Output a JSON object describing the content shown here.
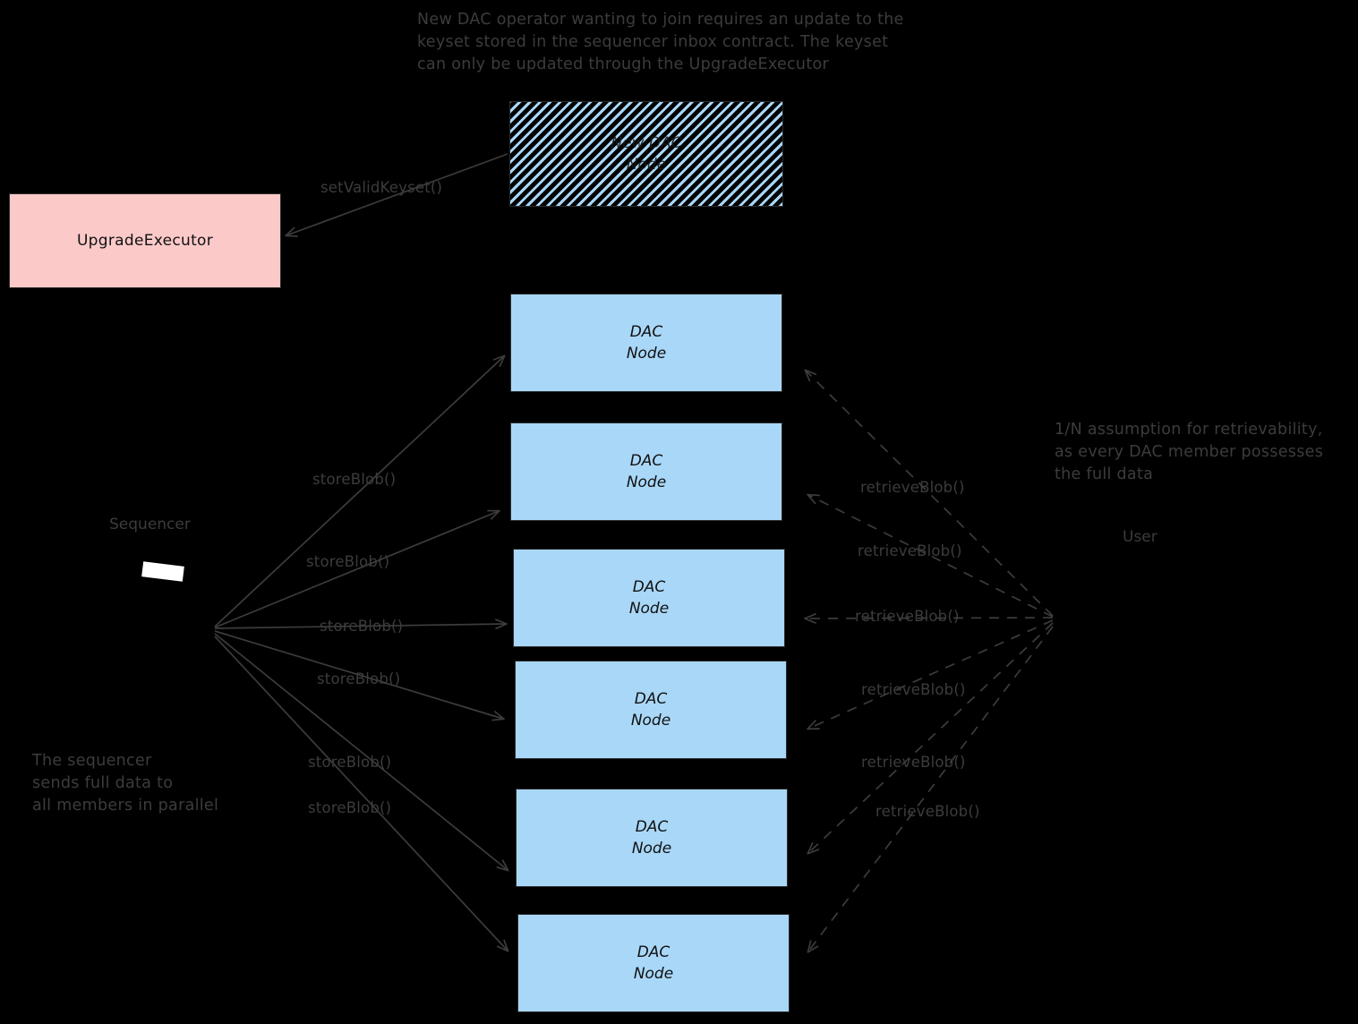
{
  "diagram": {
    "title_note": "New DAC operator wanting to join requires an update to the\nkeyset stored in the sequencer inbox contract. The keyset\ncan only be updated through the UpgradeExecutor",
    "colors": {
      "background": "#000000",
      "dac_node_fill": "#a9d7f8",
      "upgrade_executor_fill": "#fcc9c9",
      "stroke": "#2b2b2b",
      "arrow": "#3c3c3c",
      "hatch_stripe": "#a9d7f8"
    }
  },
  "notes": {
    "sequencer_note": "The sequencer\nsends full data to\nall members in parallel",
    "retrievability_note": "1/N assumption for retrievability,\nas every DAC member possesses\nthe full data"
  },
  "actors": {
    "sequencer_label": "Sequencer",
    "user_label": "User"
  },
  "boxes": {
    "new_dac_node": {
      "label": "New DAC\nNode"
    },
    "upgrade_executor": {
      "label": "UpgradeExecutor"
    },
    "dac_nodes": [
      {
        "label": "DAC\nNode"
      },
      {
        "label": "DAC\nNode"
      },
      {
        "label": "DAC\nNode"
      },
      {
        "label": "DAC\nNode"
      },
      {
        "label": "DAC\nNode"
      },
      {
        "label": "DAC\nNode"
      }
    ]
  },
  "edges": {
    "set_valid_keyset": "setValidKeyset()",
    "store_blob": [
      "storeBlob()",
      "storeBlob()",
      "storeBlob()",
      "storeBlob()",
      "storeBlob()",
      "storeBlob()"
    ],
    "retrieve_blob": [
      "retrieveBlob()",
      "retrieveBlob()",
      "retrieveBlob()",
      "retrieveBlob()",
      "retrieveBlob()",
      "retrieveBlob()"
    ]
  }
}
